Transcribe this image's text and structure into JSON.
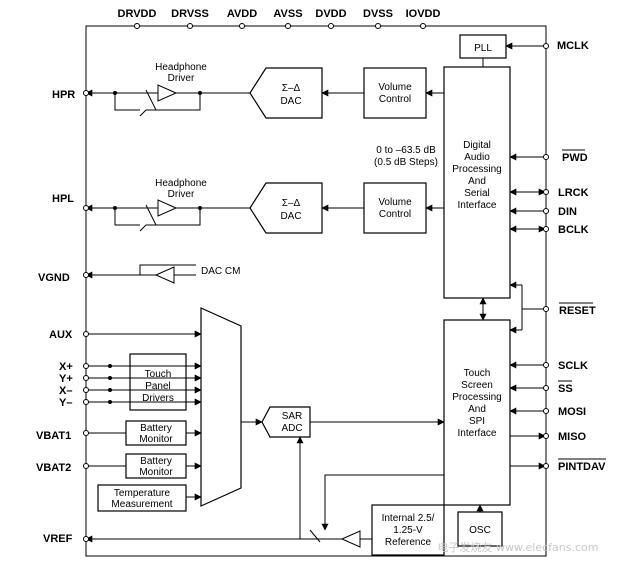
{
  "top_pins": [
    "DRVDD",
    "DRVSS",
    "AVDD",
    "AVSS",
    "DVDD",
    "DVSS",
    "IOVDD"
  ],
  "left_pins": {
    "hpr": "HPR",
    "hpl": "HPL",
    "vgnd": "VGND",
    "aux": "AUX",
    "xp": "X+",
    "yp": "Y+",
    "xm": "X–",
    "ym": "Y–",
    "vbat1": "VBAT1",
    "vbat2": "VBAT2",
    "vref": "VREF"
  },
  "right_pins": {
    "mclk": "MCLK",
    "pwd": "PWD",
    "lrck": "LRCK",
    "din": "DIN",
    "bclk": "BCLK",
    "reset": "RESET",
    "sclk": "SCLK",
    "ss": "SS",
    "mosi": "MOSI",
    "miso": "MISO",
    "pintdav": "PINTDAV"
  },
  "blocks": {
    "pll": "PLL",
    "dac_sigma": "Σ–Δ",
    "dac": "DAC",
    "volume": [
      "Volume",
      "Control"
    ],
    "headphone_driver": [
      "Headphone",
      "Driver"
    ],
    "dac_cm": "DAC CM",
    "volume_range": [
      "0 to –63.5 dB",
      "(0.5 dB Steps)"
    ],
    "digital_audio": [
      "Digital",
      "Audio",
      "Processing",
      "And",
      "Serial",
      "Interface"
    ],
    "touch_screen": [
      "Touch",
      "Screen",
      "Processing",
      "And",
      "SPI",
      "Interface"
    ],
    "touch_panel": [
      "Touch",
      "Panel",
      "Drivers"
    ],
    "battery_monitor": [
      "Battery",
      "Monitor"
    ],
    "temperature": [
      "Temperature",
      "Measurement"
    ],
    "sar_adc": [
      "SAR",
      "ADC"
    ],
    "reference": [
      "Internal 2.5/",
      "1.25-V",
      "Reference"
    ],
    "osc": "OSC"
  },
  "watermark": "电子发烧友 www.elecfans.com"
}
